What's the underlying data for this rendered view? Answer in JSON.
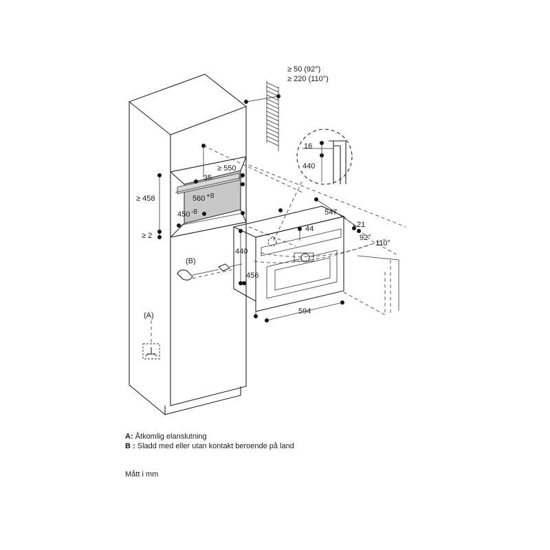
{
  "dimensions": {
    "vent_1": "≥ 50 (92°)",
    "vent_2": "≥ 220 (110°)",
    "detail_16": "16",
    "detail_440": "440",
    "niche_depth": "≥ 550",
    "niche_35": "35",
    "niche_height": "≥ 458",
    "niche_560": "560",
    "niche_560_sup": "+8",
    "niche_450": "450",
    "niche_450_sup": "-8",
    "gap_bottom": "≥ 2",
    "oven_depth": "547",
    "oven_21": "21",
    "angle_92": "92°",
    "angle_110": "110°",
    "oven_44": "44",
    "oven_440": "440",
    "oven_456": "456",
    "oven_width": "594"
  },
  "callouts": {
    "a": "(A)",
    "b": "(B)"
  },
  "legend": {
    "a_key": "A:",
    "a_text": "Åtkomlig elanslutning",
    "b_key": "B :",
    "b_text": "Sladd med eller utan kontakt beroende på land",
    "units": "Mått i mm"
  }
}
